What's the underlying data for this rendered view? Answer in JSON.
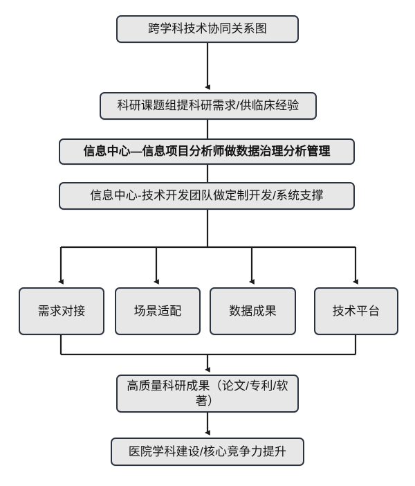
{
  "diagram": {
    "type": "flowchart",
    "orientation": "top-down",
    "style": {
      "node_fill": "#e7e7e7",
      "node_border": "#2a333f",
      "edge_color": "#1c1c1c",
      "background": "#ffffff",
      "text_color": "#111111"
    },
    "nodes": [
      {
        "id": "title",
        "label": "跨学科技术协同关系图"
      },
      {
        "id": "req",
        "label": "科研课题组提科研需求/供临床经验"
      },
      {
        "id": "analyst",
        "label": "信息中心—信息项目分析师做数据治理分析管理"
      },
      {
        "id": "dev",
        "label": "信息中心-技术开发团队做定制开发/系统支撑"
      },
      {
        "id": "s1",
        "label": "需求对接"
      },
      {
        "id": "s2",
        "label": "场景适配"
      },
      {
        "id": "s3",
        "label": "数据成果"
      },
      {
        "id": "s4",
        "label": "技术平台"
      },
      {
        "id": "out",
        "label": "高质量科研成果（论文/专利/软著）"
      },
      {
        "id": "final",
        "label": "医院学科建设/核心竞争力提升"
      }
    ],
    "edges": [
      {
        "from": "title",
        "to": "req",
        "style": "arrow"
      },
      {
        "from": "req",
        "to": "analyst",
        "style": "plain"
      },
      {
        "from": "analyst",
        "to": "dev",
        "style": "plain"
      },
      {
        "from": "dev",
        "to": "s1",
        "style": "arrow-branch"
      },
      {
        "from": "dev",
        "to": "s2",
        "style": "arrow-branch"
      },
      {
        "from": "dev",
        "to": "s3",
        "style": "arrow-branch"
      },
      {
        "from": "dev",
        "to": "s4",
        "style": "arrow-branch"
      },
      {
        "from": "s1",
        "to": "out",
        "style": "arrow-merge"
      },
      {
        "from": "s4",
        "to": "out",
        "style": "arrow-merge"
      },
      {
        "from": "out",
        "to": "final",
        "style": "arrow"
      }
    ]
  }
}
